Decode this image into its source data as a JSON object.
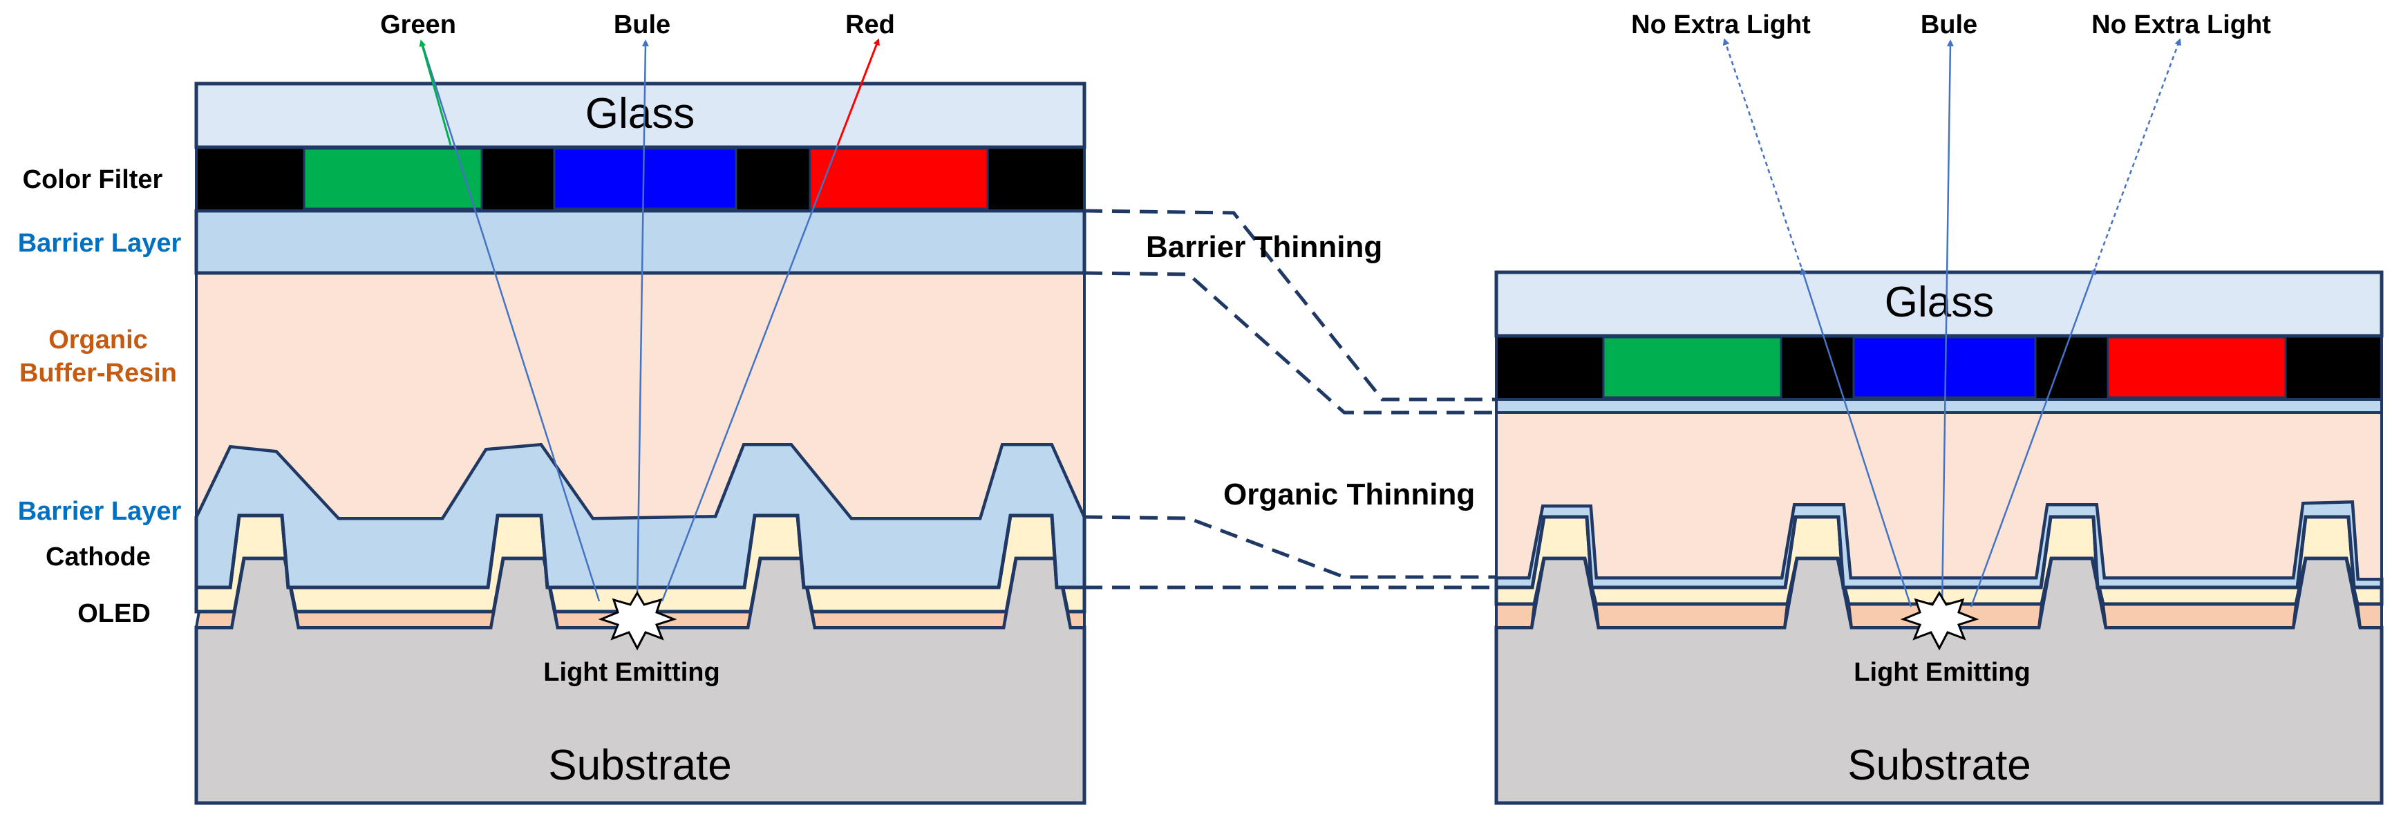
{
  "left_panel": {
    "top_labels": [
      "Green",
      "Bule",
      "Red"
    ],
    "layers": {
      "glass": "Glass",
      "substrate": "Substrate"
    },
    "light_label": "Light Emitting"
  },
  "right_panel": {
    "top_labels": [
      "No Extra Light",
      "Bule",
      "No Extra Light"
    ],
    "layers": {
      "glass": "Glass",
      "substrate": "Substrate"
    },
    "light_label": "Light Emitting"
  },
  "side_labels": {
    "color_filter": "Color Filter",
    "barrier_layer_top": "Barrier Layer",
    "organic_line1": "Organic",
    "organic_line2": "Buffer-Resin",
    "barrier_layer_bottom": "Barrier Layer",
    "cathode": "Cathode",
    "oled": "OLED"
  },
  "annotations": {
    "barrier_thinning": "Barrier Thinning",
    "organic_thinning": "Organic Thinning"
  },
  "colors": {
    "glass": "#dce8f5",
    "barrier": "#bdd7ee",
    "organic": "#fbe4d5",
    "cathode": "#fff2cc",
    "oled": "#f8cbad",
    "substrate": "#d0cece",
    "outline": "#1f3864",
    "green": "#00b050",
    "blue": "#0000ff",
    "red": "#ff0000",
    "ray_blue": "#4472c4",
    "label_blue": "#0070c0",
    "label_orange": "#c55a11"
  }
}
